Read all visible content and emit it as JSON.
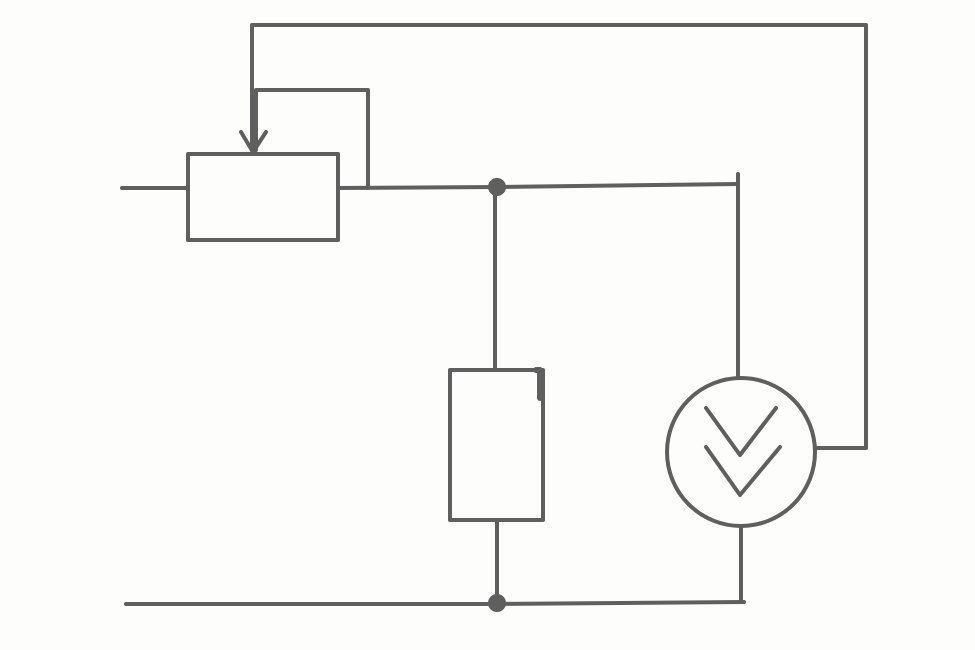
{
  "diagram": {
    "type": "circuit-schematic",
    "components": [
      {
        "id": "rheostat",
        "kind": "variable-resistor",
        "has_wiper_arrow": true
      },
      {
        "id": "resistor",
        "kind": "resistor"
      },
      {
        "id": "voltmeter",
        "kind": "meter",
        "symbol": "double-chevron"
      }
    ],
    "junctions": [
      {
        "id": "top-node"
      },
      {
        "id": "bottom-node"
      }
    ],
    "colors": {
      "ink": "#5f5f5f",
      "background": "#fdfdfc"
    }
  }
}
